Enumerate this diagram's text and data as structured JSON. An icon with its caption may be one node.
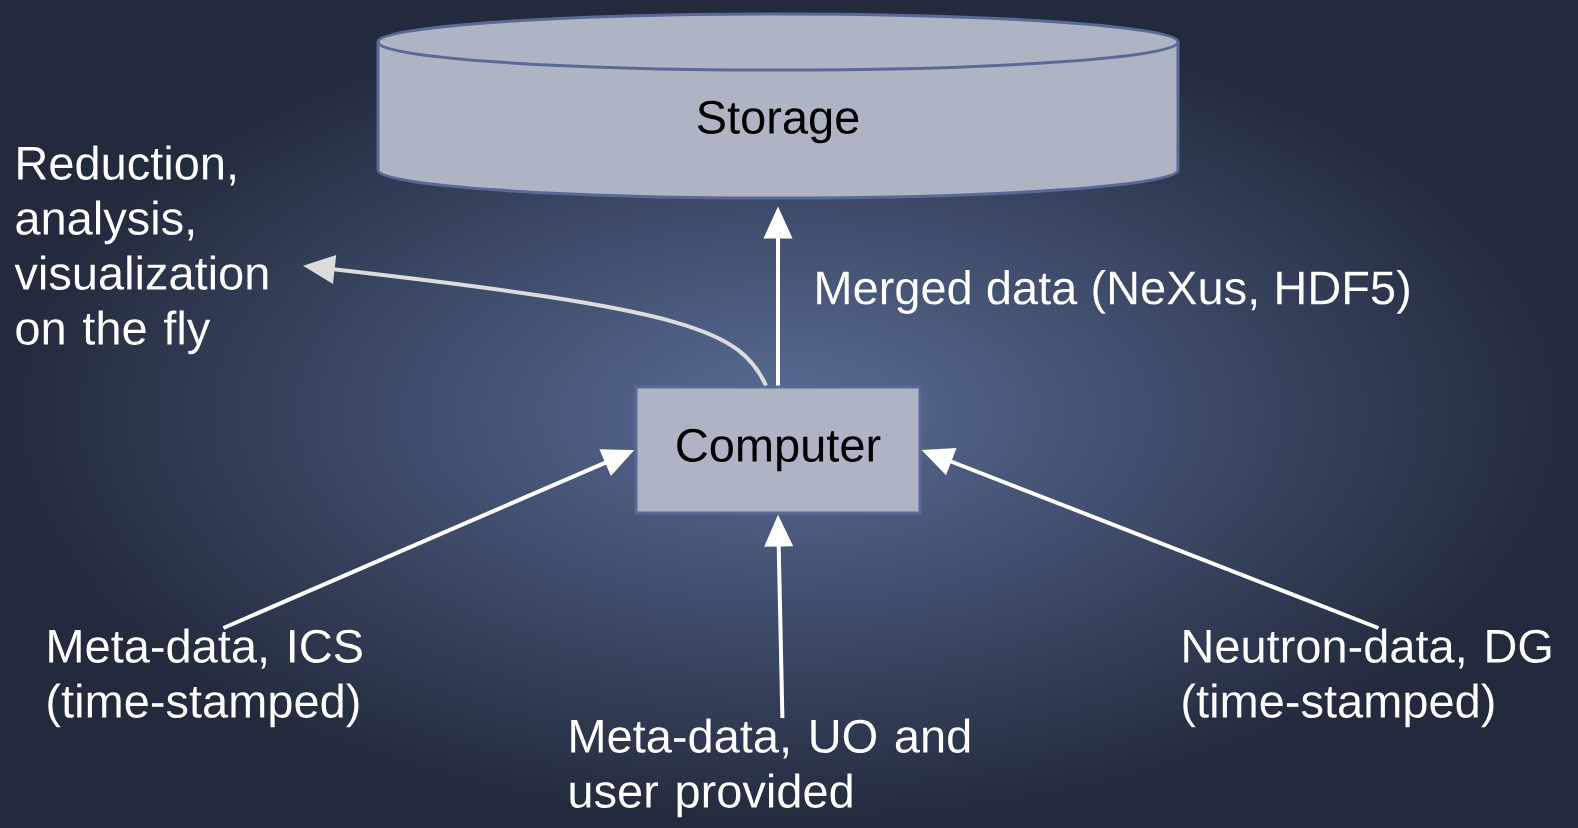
{
  "diagram": {
    "nodes": [
      {
        "text": [
          "Storage"
        ]
      },
      {
        "text": [
          "Computer"
        ]
      },
      {
        "text": [
          "Reduction, analysis, visualization on the fly"
        ]
      },
      {
        "text": [
          "Meta-data, ICS (time-stamped)"
        ]
      },
      {
        "text": [
          "Meta-data, UO and user provided"
        ]
      },
      {
        "text": [
          "Neutron-data, DG (time-stamped)"
        ]
      }
    ],
    "edges": [
      {
        "from": 1,
        "to": 0,
        "arrow": "to",
        "label": "Merged data (NeXus, HDF5)"
      },
      {
        "from": 1,
        "to": 2,
        "arrow": "to",
        "color": "#dcdcdc"
      },
      {
        "from": 3,
        "to": 1,
        "arrow": "to"
      },
      {
        "from": 4,
        "to": 1,
        "arrow": "to"
      },
      {
        "from": 5,
        "to": 1,
        "arrow": "to"
      }
    ]
  }
}
